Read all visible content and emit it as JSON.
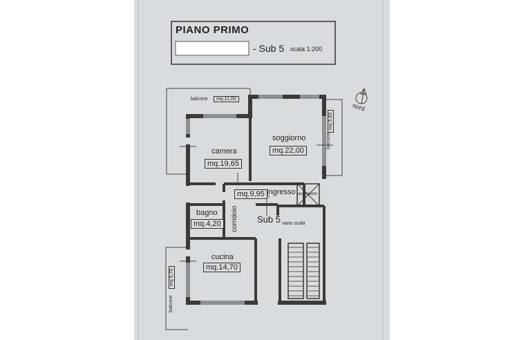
{
  "title_block": {
    "title": "PIANO PRIMO",
    "sub": "- Sub 5",
    "scale": "scala 1:200"
  },
  "north_label": "nord",
  "rooms": {
    "camera": {
      "name": "camera",
      "area": "mq.19,65"
    },
    "soggiorno": {
      "name": "soggiorno",
      "area": "mq.22,00"
    },
    "ingresso": {
      "name": "ingresso",
      "area": "mq.9,95"
    },
    "bagno": {
      "name": "bagno",
      "area": "mq.4,20"
    },
    "cucina": {
      "name": "cucina",
      "area": "mq.14,70"
    },
    "corridoio": {
      "name": "corridoio"
    },
    "ascensore": {
      "name": "ascensore"
    },
    "vano_scala": {
      "name": "vano scala"
    }
  },
  "unit_label": "Sub 5",
  "balconies": {
    "top": {
      "name": "balcone",
      "area": "mq 11,00"
    },
    "right": {
      "name": "balcone",
      "area": "mq 5,83"
    },
    "left": {
      "name": "balcone",
      "area": "mq 5,70"
    }
  },
  "colors": {
    "sheet": "#d9dcdf",
    "wall": "#3a3a3a",
    "wall_fill": "#8d9093",
    "ink": "#222222"
  }
}
